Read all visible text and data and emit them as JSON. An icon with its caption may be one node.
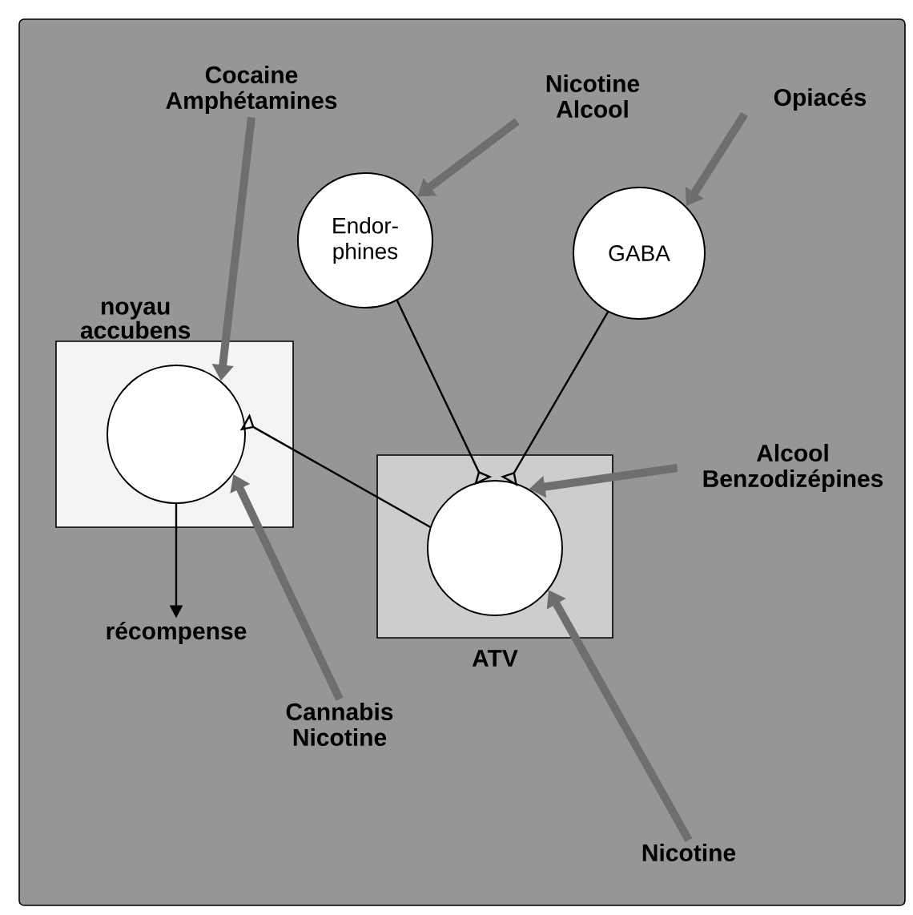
{
  "diagram": {
    "nodes": [
      {
        "text": [
          "noyau accubens"
        ]
      },
      {
        "text": [],
        "shape": "circle",
        "in": 0
      },
      {
        "text": [
          "ATV"
        ]
      },
      {
        "text": [],
        "shape": "circle",
        "in": 2
      },
      {
        "text": [
          "Endor-phines"
        ]
      },
      {
        "text": [
          "GABA"
        ]
      },
      {
        "text": [
          "récompense"
        ]
      },
      {
        "text": [
          "Cocaine Amphétamines"
        ]
      },
      {
        "text": [
          "Nicotine Alcool"
        ]
      },
      {
        "text": [
          "Opiacés"
        ]
      },
      {
        "text": [
          "Alcool Benzodizépines"
        ]
      },
      {
        "text": [
          "Cannabis Nicotine"
        ]
      },
      {
        "text": [
          "Nicotine"
        ]
      }
    ],
    "edges": [
      {
        "from": 4,
        "to": 3,
        "arrow": "other",
        "color": "#000000"
      },
      {
        "from": 5,
        "to": 3,
        "arrow": "other",
        "color": "#000000"
      },
      {
        "from": 3,
        "to": 1,
        "arrow": "other",
        "color": "#000000"
      },
      {
        "from": 1,
        "to": 6,
        "arrow": "to",
        "color": "#000000"
      },
      {
        "from": 7,
        "to": 1,
        "arrow": "to"
      },
      {
        "from": 8,
        "to": 4,
        "arrow": "to"
      },
      {
        "from": 9,
        "to": 5,
        "arrow": "to"
      },
      {
        "from": 10,
        "to": 3,
        "arrow": "to"
      },
      {
        "from": 11,
        "to": 1,
        "arrow": "to"
      },
      {
        "from": 12,
        "to": 3,
        "arrow": "to"
      }
    ]
  }
}
